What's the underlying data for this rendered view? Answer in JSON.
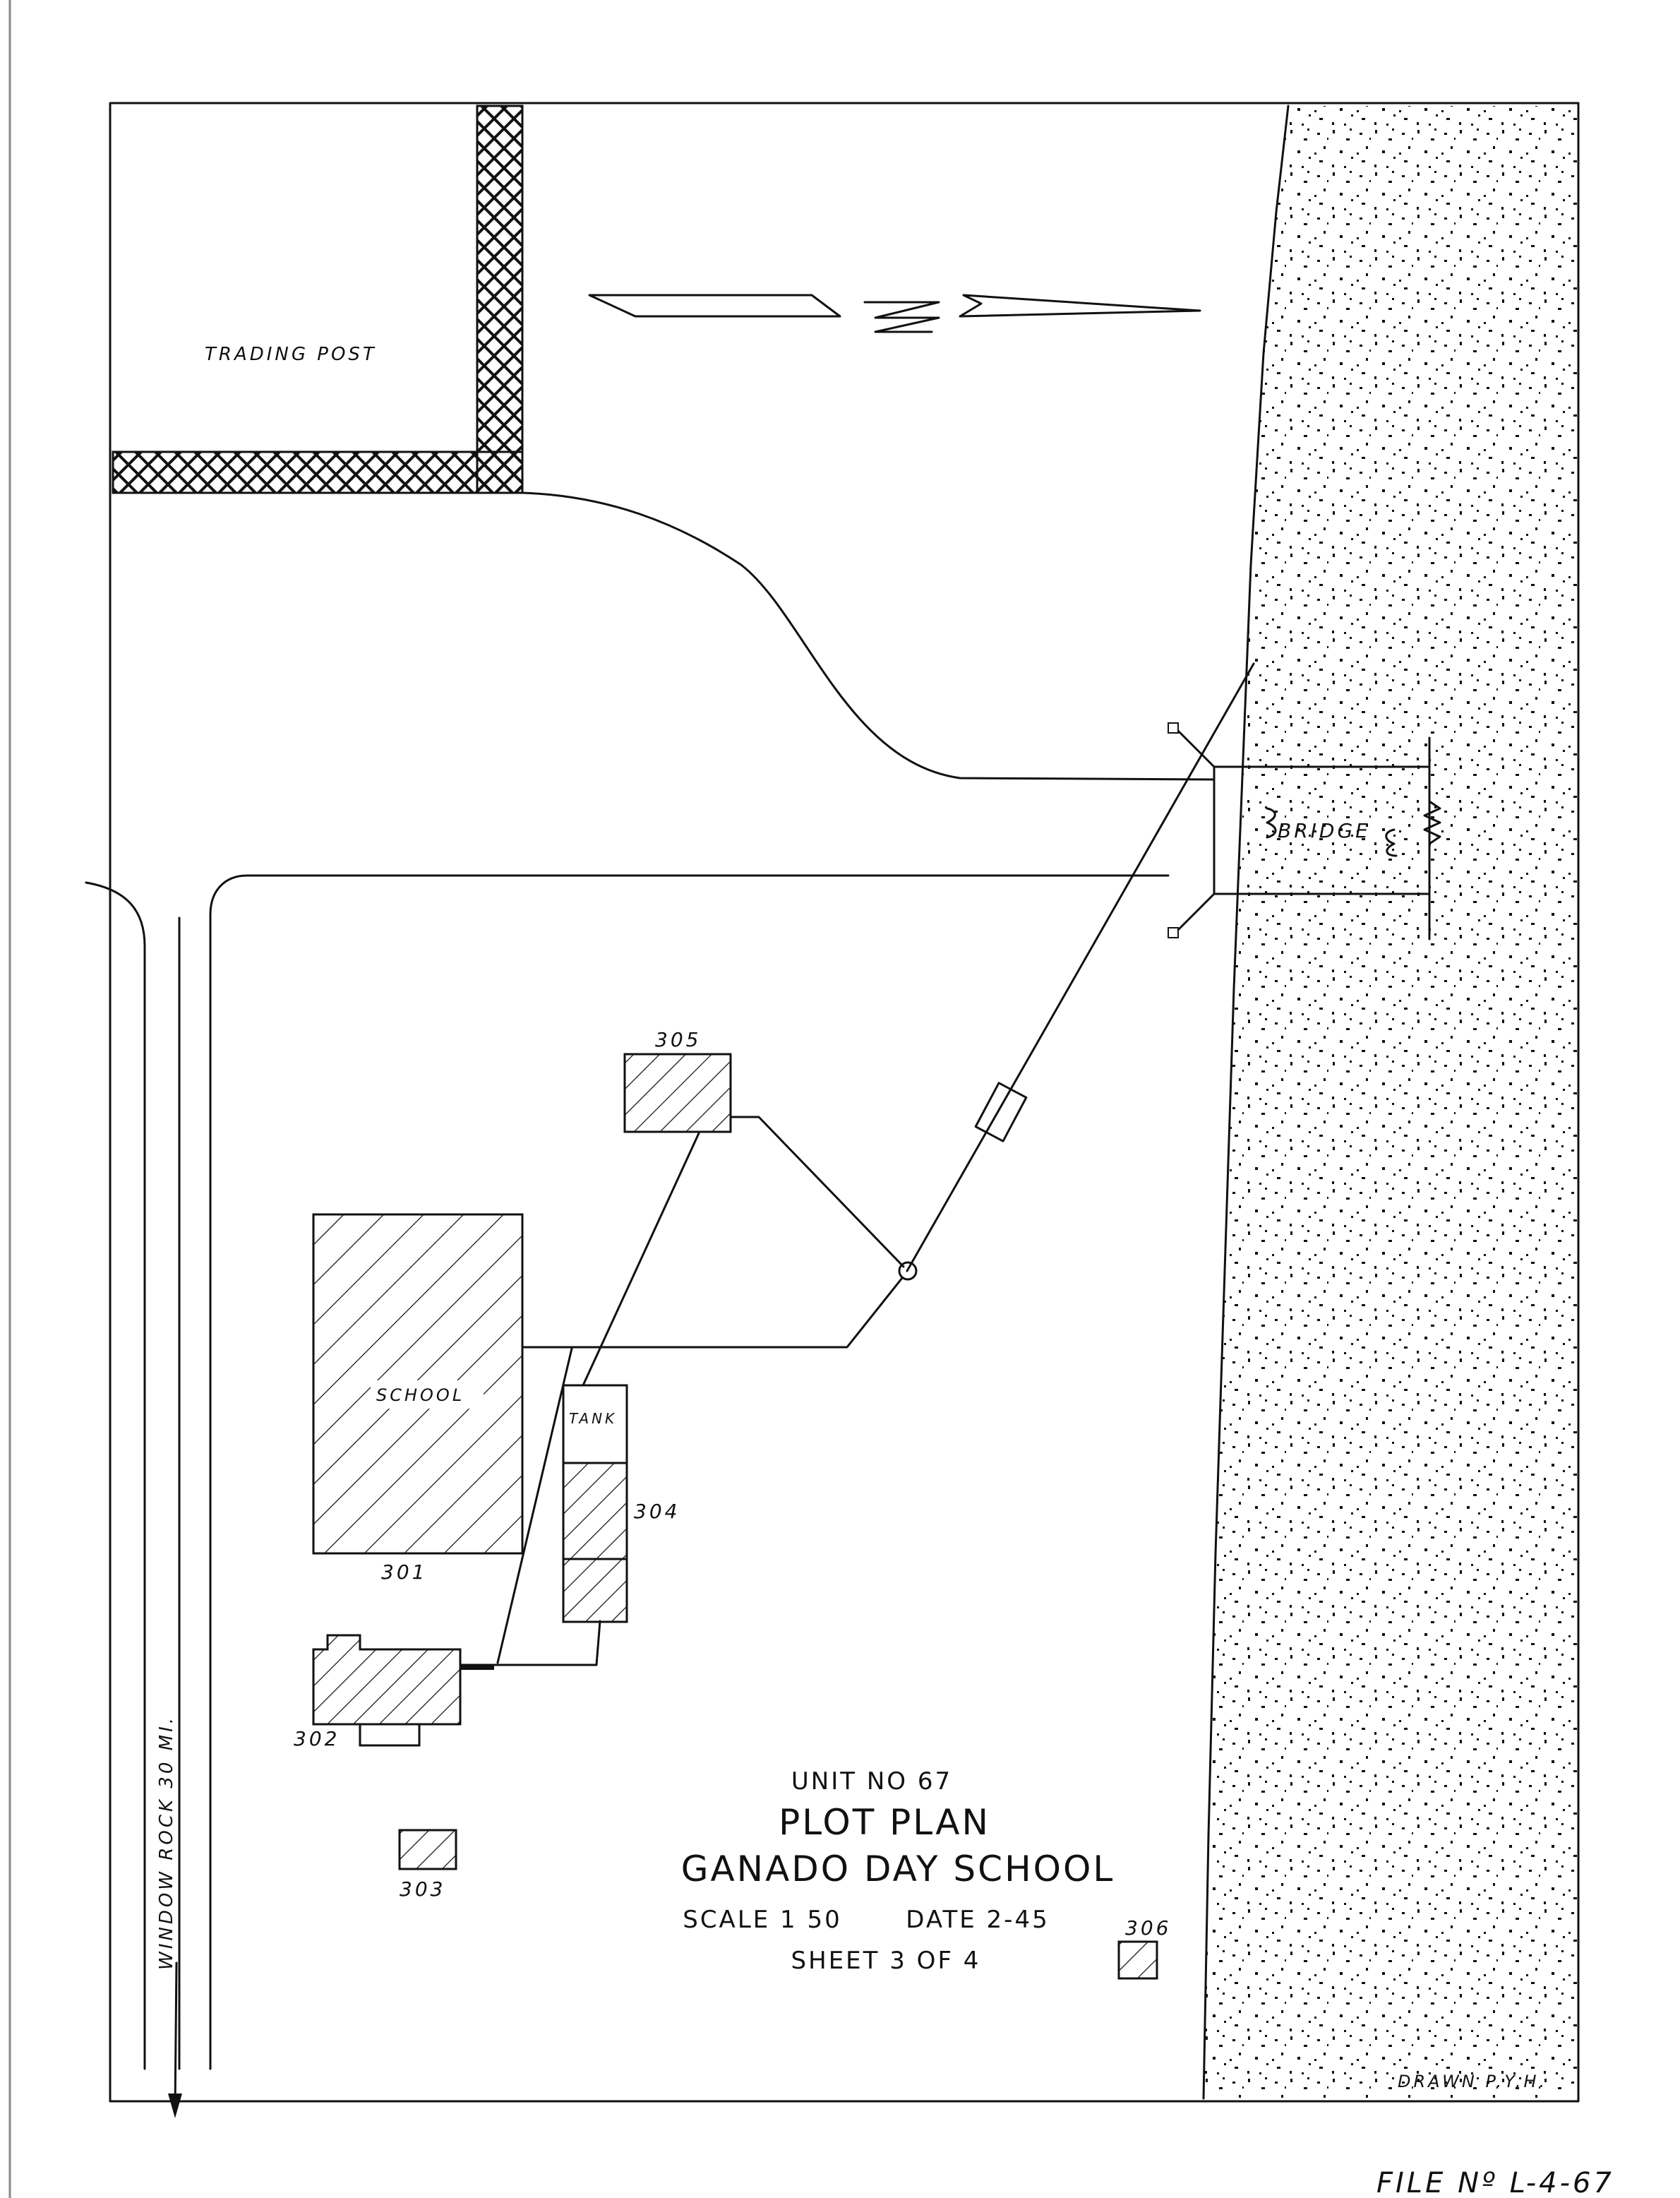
{
  "labels": {
    "trading_post": "TRADING POST",
    "bridge": "BRIDGE",
    "school": "SCHOOL",
    "tank": "TANK",
    "road": "WINDOW ROCK  30 MI.",
    "drawn": "DRAWN  P.Y.H.",
    "file": "FILE  Nº L-4-67"
  },
  "buildings": {
    "b301": "301",
    "b302": "302",
    "b303": "303",
    "b304": "304",
    "b305": "305",
    "b306": "306"
  },
  "title_block": {
    "unit": "UNIT NO 67",
    "plan": "PLOT PLAN",
    "school_name": "GANADO DAY SCHOOL",
    "scale": "SCALE 1 50",
    "date": "DATE 2-45",
    "sheet": "SHEET 3 OF 4"
  },
  "colors": {
    "ink": "#111111",
    "paper": "#ffffff"
  }
}
